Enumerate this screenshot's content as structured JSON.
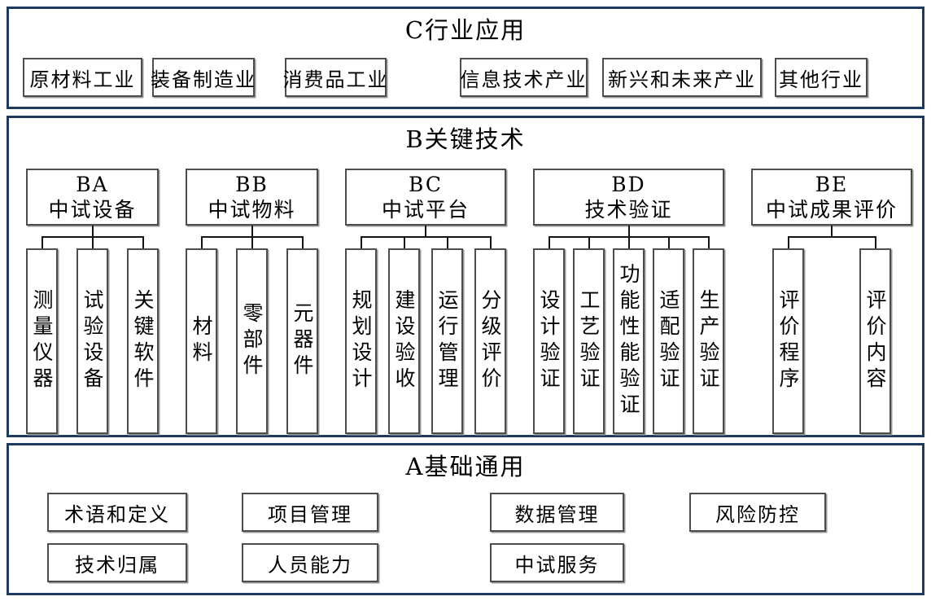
{
  "colors": {
    "section_border": "#1f3a5f",
    "box_border": "#4d4d4d",
    "connector_line": "#141414",
    "text": "#000000"
  },
  "sections": {
    "c": {
      "title": "C行业应用",
      "items": [
        "原材料工业",
        "装备制造业",
        "消费品工业",
        "信息技术产业",
        "新兴和未来产业",
        "其他行业"
      ]
    },
    "b": {
      "title": "B关键技术",
      "groups": [
        {
          "code": "BA",
          "name": "中试设备",
          "children": [
            "测量仪器",
            "试验设备",
            "关键软件"
          ]
        },
        {
          "code": "BB",
          "name": "中试物料",
          "children": [
            "材料",
            "零部件",
            "元器件"
          ]
        },
        {
          "code": "BC",
          "name": "中试平台",
          "children": [
            "规划设计",
            "建设验收",
            "运行管理",
            "分级评价"
          ]
        },
        {
          "code": "BD",
          "name": "技术验证",
          "children": [
            "设计验证",
            "工艺验证",
            "功能性能验证",
            "适配验证",
            "生产验证"
          ]
        },
        {
          "code": "BE",
          "name": "中试成果评价",
          "children": [
            "评价程序",
            "评价内容"
          ]
        }
      ]
    },
    "a": {
      "title": "A基础通用",
      "rows": [
        [
          "术语和定义",
          "项目管理",
          "数据管理",
          "风险防控"
        ],
        [
          "技术归属",
          "人员能力",
          "中试服务"
        ]
      ]
    }
  }
}
